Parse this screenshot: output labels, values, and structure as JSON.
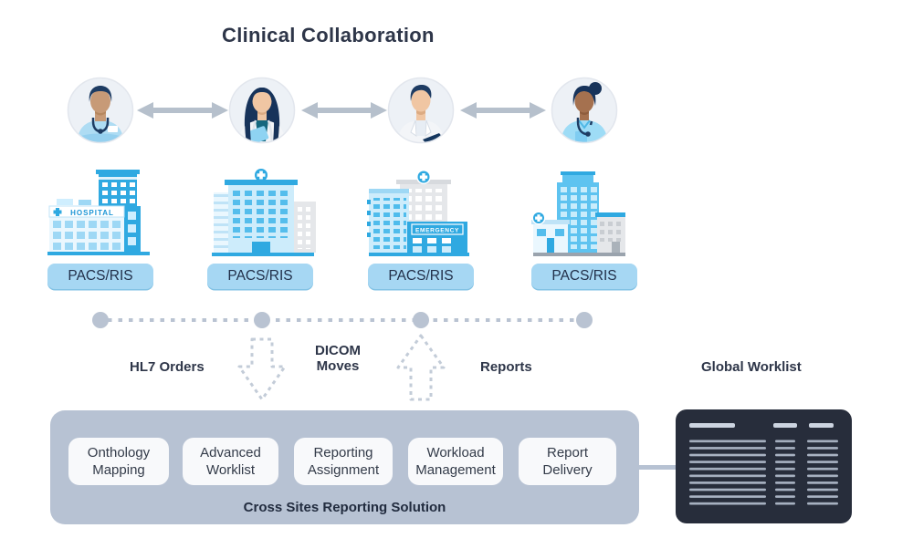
{
  "title": "Clinical Collaboration",
  "sites": [
    {
      "system": "PACS/RIS",
      "sign": "HOSPITAL"
    },
    {
      "system": "PACS/RIS"
    },
    {
      "system": "PACS/RIS",
      "sign": "EMERGENCY"
    },
    {
      "system": "PACS/RIS"
    }
  ],
  "flow_labels": {
    "hl7": "HL7 Orders",
    "dicom": "DICOM Moves",
    "reports": "Reports",
    "global_worklist": "Global Worklist"
  },
  "solution": {
    "caption": "Cross Sites Reporting Solution",
    "modules": [
      {
        "label": "Onthology Mapping"
      },
      {
        "label": "Advanced Worklist"
      },
      {
        "label": "Reporting Assignment"
      },
      {
        "label": "Workload Management"
      },
      {
        "label": "Report Delivery"
      }
    ]
  },
  "colors": {
    "accent_blue": "#2fa9e1",
    "badge_blue": "#a6d7f3",
    "box_gray": "#b7c2d3",
    "panel_dark": "#272d3b",
    "text_dark": "#2e3649",
    "connector_gray": "#b6c0cc"
  }
}
